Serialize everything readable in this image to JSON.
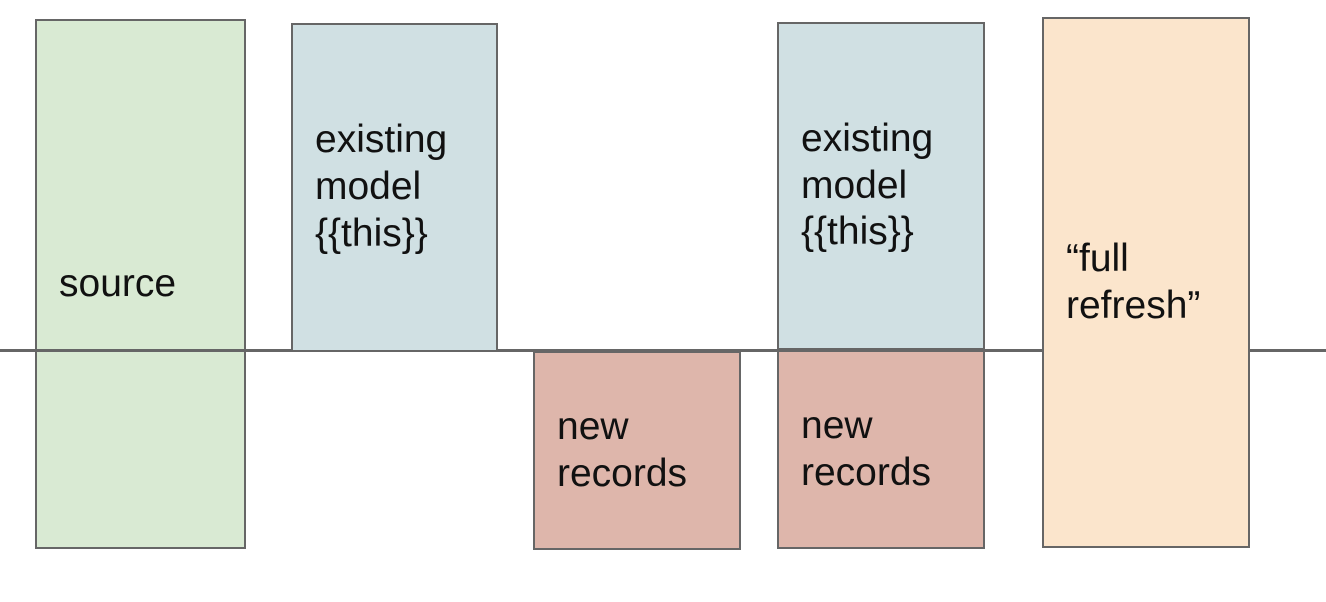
{
  "diagram": {
    "description_colors": {
      "border": "#666666",
      "timeline": "#666666",
      "source_fill": "#d9ead3",
      "existing_model_fill": "#d0e0e3",
      "new_records_fill": "#deb6ab",
      "full_refresh_fill": "#fbe5cc",
      "text": "#111111",
      "background": "#ffffff"
    },
    "boxes": {
      "source": {
        "label": "source",
        "fill": "#d9ead3"
      },
      "existing_model_1": {
        "label": "existing\nmodel\n{{this}}",
        "fill": "#d0e0e3"
      },
      "new_records_1": {
        "label": "new\nrecords",
        "fill": "#deb6ab"
      },
      "existing_model_2": {
        "label": "existing\nmodel\n{{this}}",
        "fill": "#d0e0e3"
      },
      "new_records_2": {
        "label": "new\nrecords",
        "fill": "#deb6ab"
      },
      "full_refresh": {
        "label": "“full\nrefresh”",
        "fill": "#fbe5cc"
      }
    },
    "timeline": {
      "color": "#666666"
    },
    "border_color": "#666666"
  }
}
